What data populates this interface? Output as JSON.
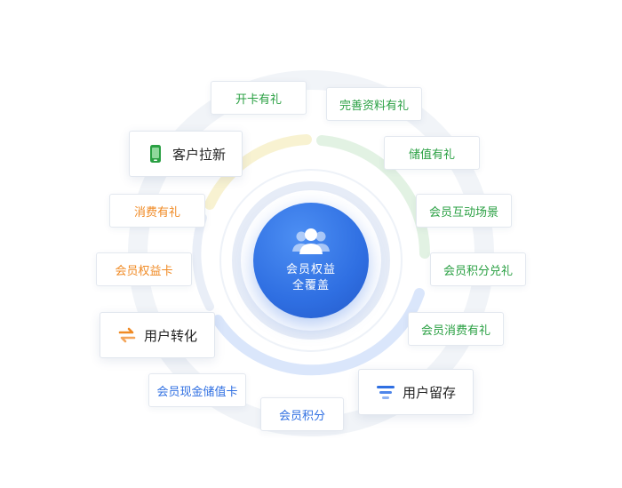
{
  "center": {
    "line1": "会员权益",
    "line2": "全覆盖",
    "icon": "users-icon"
  },
  "main_tags": {
    "acquire": {
      "label": "客户拉新",
      "icon": "phone-icon",
      "color": "#2aa043"
    },
    "convert": {
      "label": "用户转化",
      "icon": "exchange-icon",
      "color": "#f08a24"
    },
    "retain": {
      "label": "用户留存",
      "icon": "funnel-icon",
      "color": "#2f6fe2"
    }
  },
  "tags": {
    "open_card": "开卡有礼",
    "complete_profile": "完善资料有礼",
    "deposit": "储值有礼",
    "member_interaction": "会员互动场景",
    "member_points_exchange": "会员积分兑礼",
    "member_consume": "会员消费有礼",
    "consume": "消费有礼",
    "member_benefit_card": "会员权益卡",
    "member_cash_card": "会员现金储值卡",
    "member_points": "会员积分"
  },
  "colors": {
    "green": "#2aa043",
    "orange": "#f08a24",
    "blue": "#2f6fe2"
  }
}
